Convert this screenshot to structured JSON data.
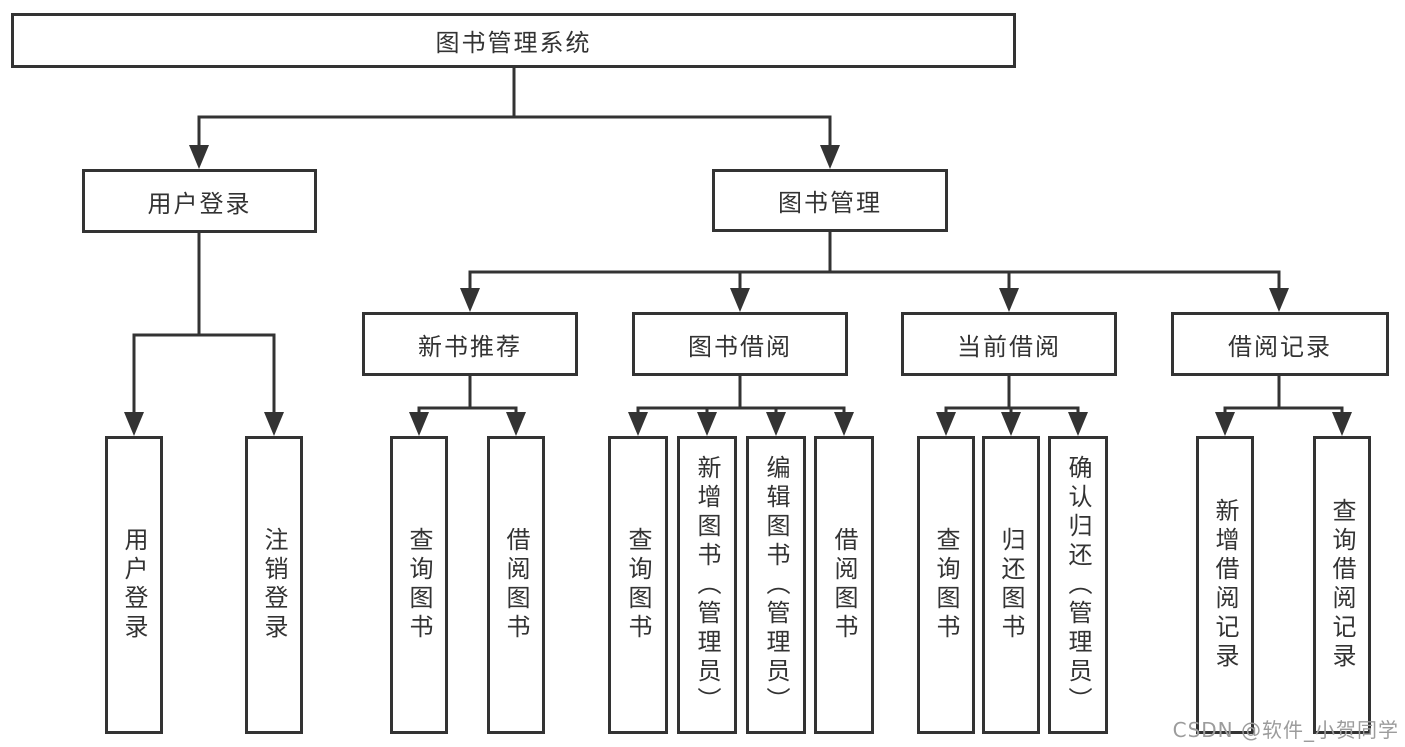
{
  "colors": {
    "line": "#333333",
    "box_border": "#333333",
    "box_fill": "#ffffff",
    "text": "#333333",
    "watermark": "#9c9c9c",
    "background": "#ffffff"
  },
  "watermark": "CSDN @软件_小贺同学",
  "diagram": {
    "root": {
      "label": "图书管理系统"
    },
    "level2": [
      {
        "label": "用户登录"
      },
      {
        "label": "图书管理"
      }
    ],
    "level3": [
      {
        "label": "新书推荐"
      },
      {
        "label": "图书借阅"
      },
      {
        "label": "当前借阅"
      },
      {
        "label": "借阅记录"
      }
    ],
    "leaves": {
      "user_login": [
        {
          "label": "用户登录"
        },
        {
          "label": "注销登录"
        }
      ],
      "new_book_recommend": [
        {
          "label": "查询图书"
        },
        {
          "label": "借阅图书"
        }
      ],
      "book_borrow": [
        {
          "label": "查询图书"
        },
        {
          "label": "新增图书（管理员）"
        },
        {
          "label": "编辑图书（管理员）"
        },
        {
          "label": "借阅图书"
        }
      ],
      "current_borrow": [
        {
          "label": "查询图书"
        },
        {
          "label": "归还图书"
        },
        {
          "label": "确认归还（管理员）"
        }
      ],
      "borrow_records": [
        {
          "label": "新增借阅记录"
        },
        {
          "label": "查询借阅记录"
        }
      ]
    }
  }
}
